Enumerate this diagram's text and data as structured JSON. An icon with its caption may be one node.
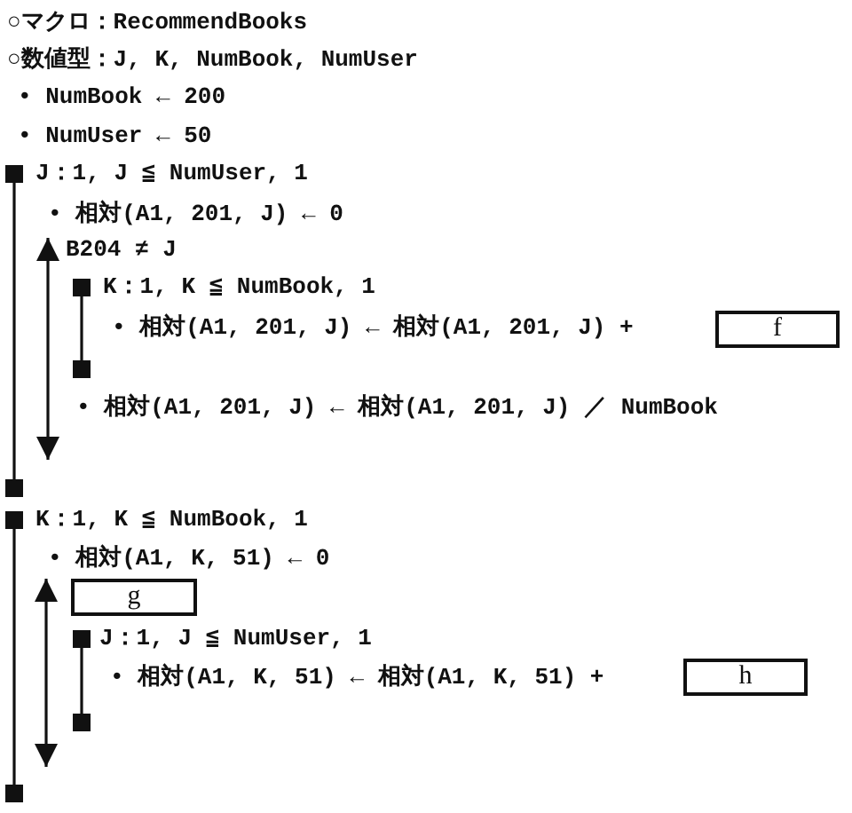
{
  "diagram": {
    "nodes": [
      {
        "text": [
          "f"
        ]
      },
      {
        "text": [
          "g"
        ]
      },
      {
        "text": [
          "h"
        ]
      }
    ],
    "labels": [
      "○マクロ：RecommendBooks",
      "○数値型：J, K, NumBook, NumUser",
      "• NumBook ← 200",
      "• NumUser ← 50",
      "J：1, J ≦ NumUser, 1",
      "• 相対(A1, 201, J) ← 0",
      "B204 ≠ J",
      "K：1, K ≦ NumBook, 1",
      "• 相対(A1, 201, J) ← 相対(A1, 201, J) +",
      "• 相対(A1, 201, J) ← 相対(A1, 201, J) ／ NumBook",
      "K：1, K ≦ NumBook, 1",
      "• 相対(A1, K, 51) ← 0",
      "J：1, J ≦ NumUser, 1",
      "• 相対(A1, K, 51) ← 相対(A1, K, 51) +"
    ]
  }
}
